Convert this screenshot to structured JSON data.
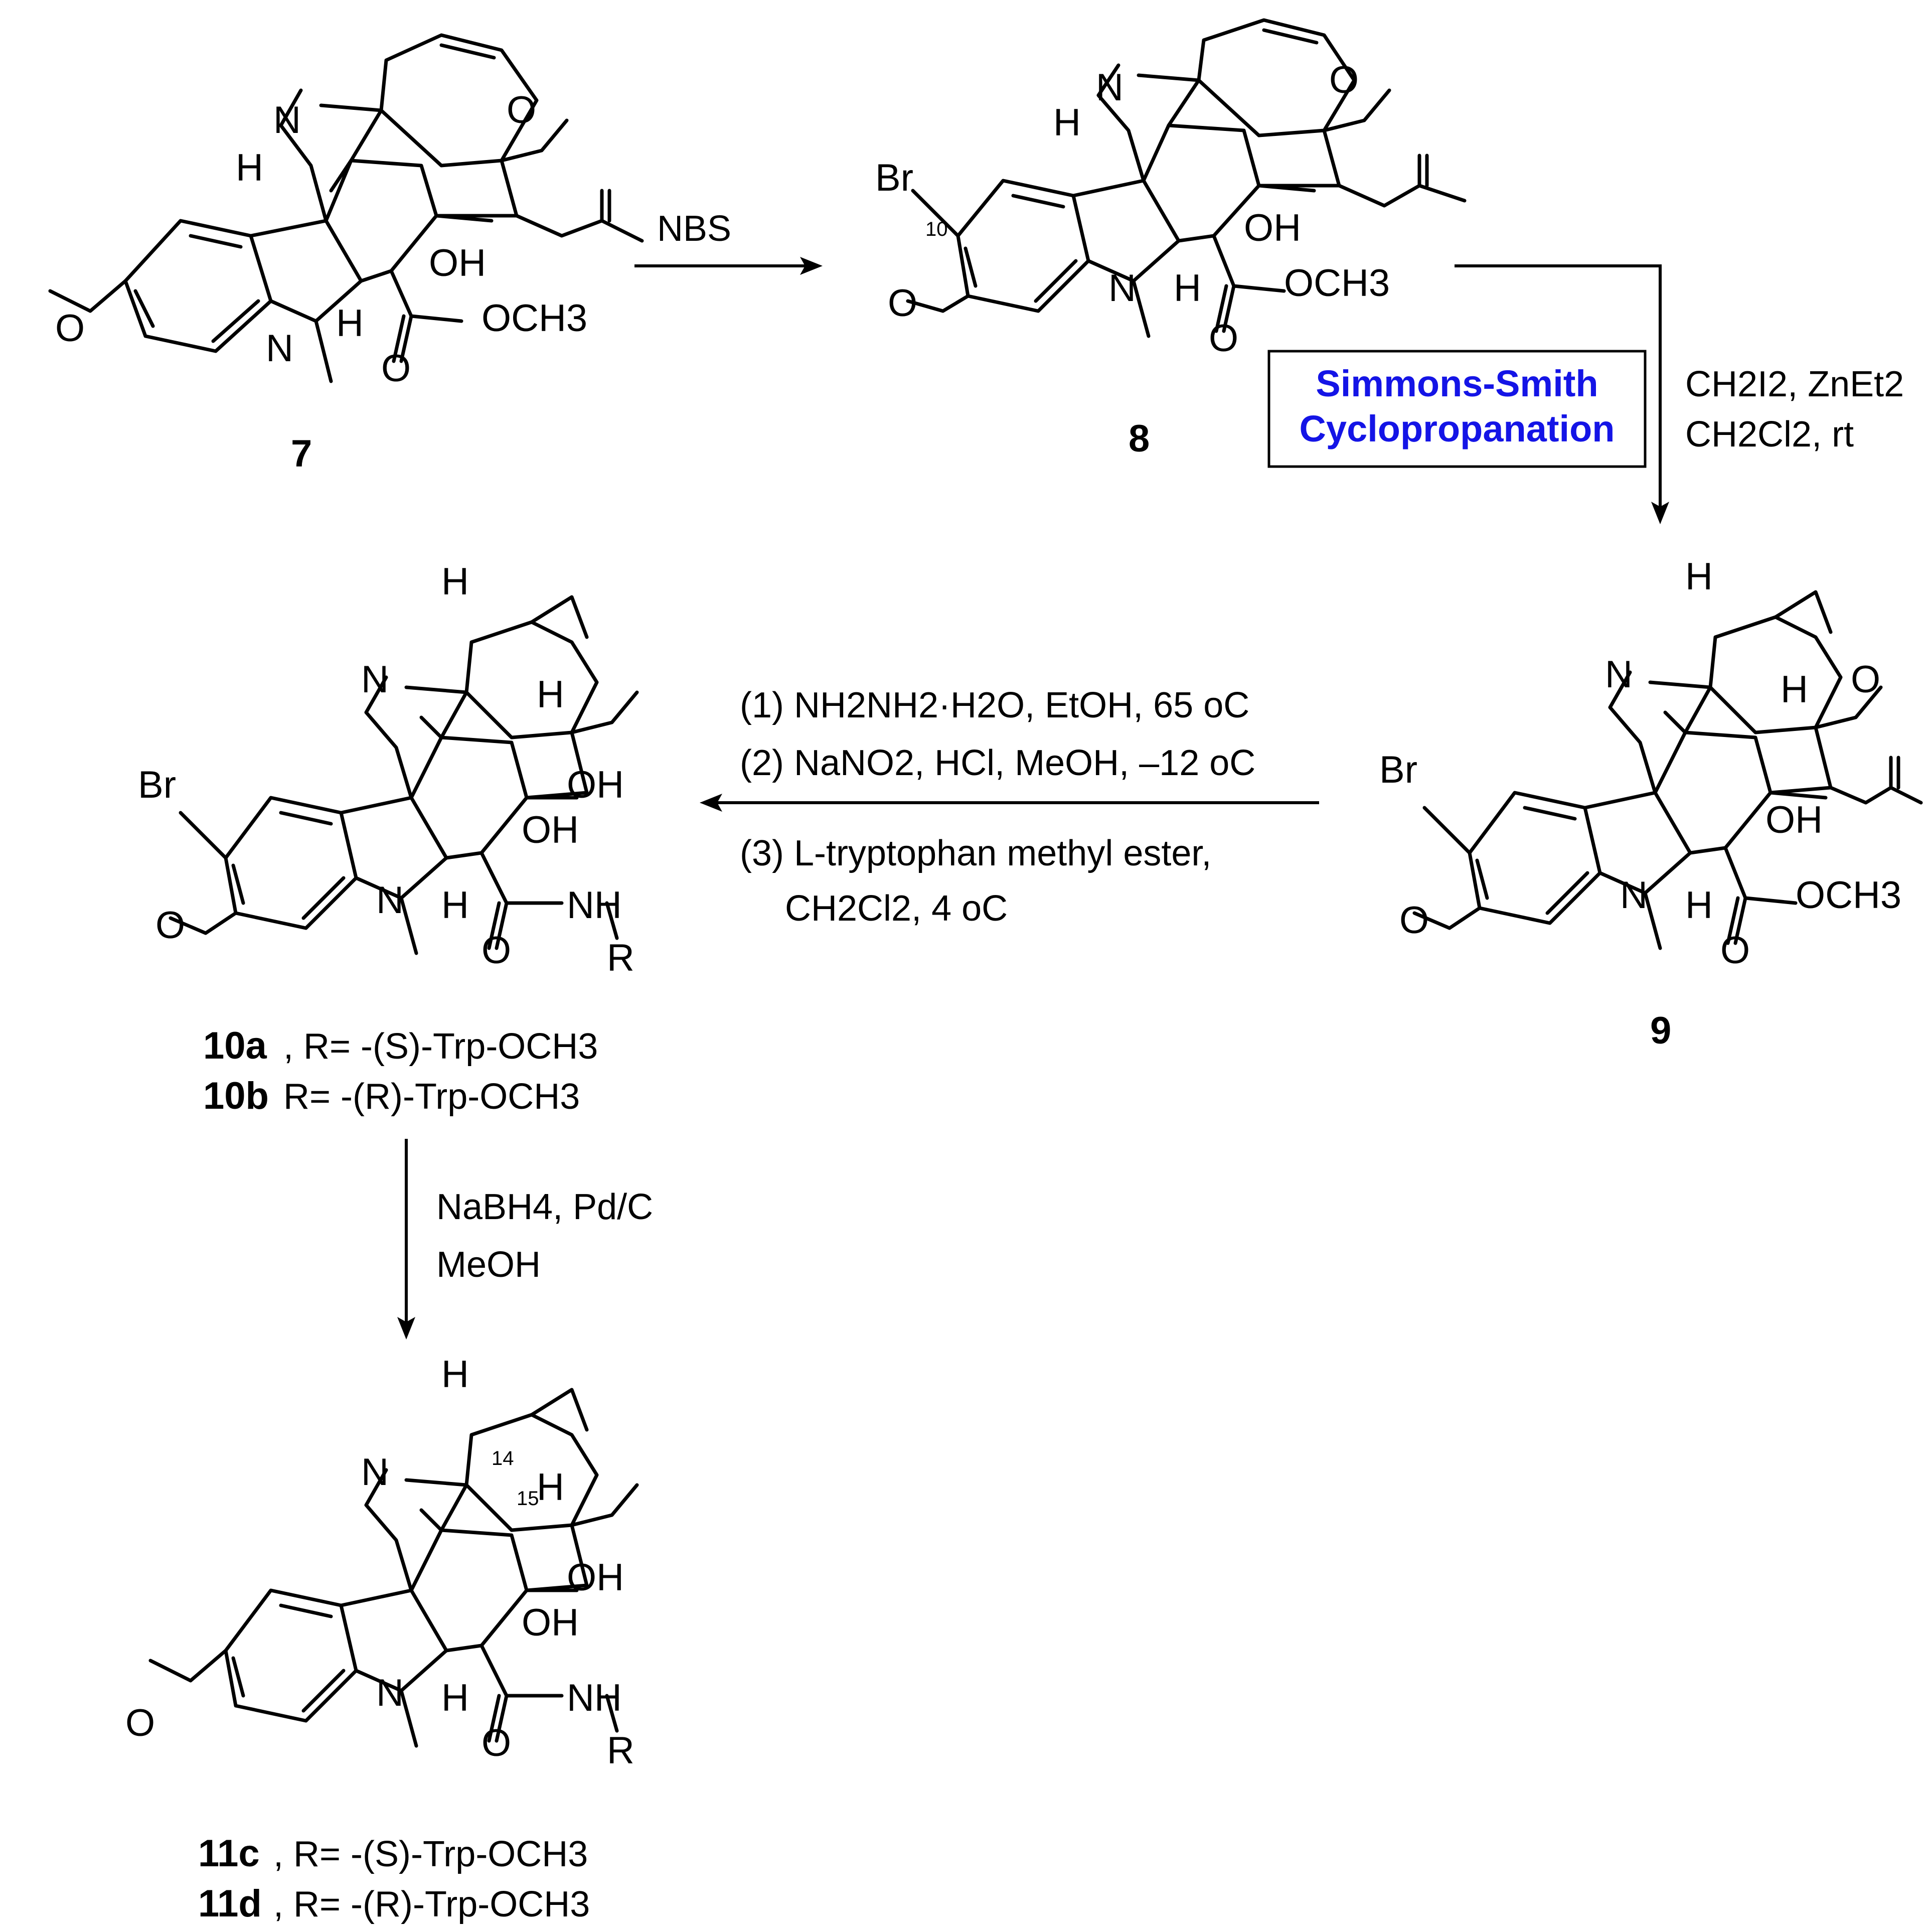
{
  "colors": {
    "ink": "#000000",
    "highlight": "#1414e6",
    "box_stroke": "#000000"
  },
  "compounds": {
    "c7": "7",
    "c8": "8",
    "c9": "9",
    "c10_name_a_id": "10a",
    "c10_name_a_rest": ", R= -(S)-Trp-OCH3",
    "c10_name_b_id": "10b",
    "c10_name_b_rest": " R= -(R)-Trp-OCH3",
    "c11_name_c_id": "11c",
    "c11_name_c_rest": ", R= -(S)-Trp-OCH3",
    "c11_name_d_id": "11d",
    "c11_name_d_rest": ", R= -(R)-Trp-OCH3"
  },
  "atoms": {
    "N": "N",
    "H": "H",
    "OH": "OH",
    "O": "O",
    "OCH3": "OCH3",
    "Br": "Br",
    "NH": "NH",
    "R": "R",
    "pos10": "10",
    "pos14": "14",
    "pos15": "15"
  },
  "reactions": {
    "step1_reagent": "NBS",
    "step2_box_line1": "Simmons-Smith",
    "step2_box_line2": "Cyclopropanation",
    "step2_cond_line1": "CH2I2, ZnEt2",
    "step2_cond_line2": "CH2Cl2, rt",
    "step3_line1": "(1) NH2NH2·H2O, EtOH, 65 oC",
    "step3_line2": "(2) NaNO2, HCl, MeOH, –12 oC",
    "step3_line3": "(3) L-tryptophan methyl ester,",
    "step3_line4": "CH2Cl2, 4 oC",
    "step4_line1": "NaBH4, Pd/C",
    "step4_line2": "MeOH"
  }
}
